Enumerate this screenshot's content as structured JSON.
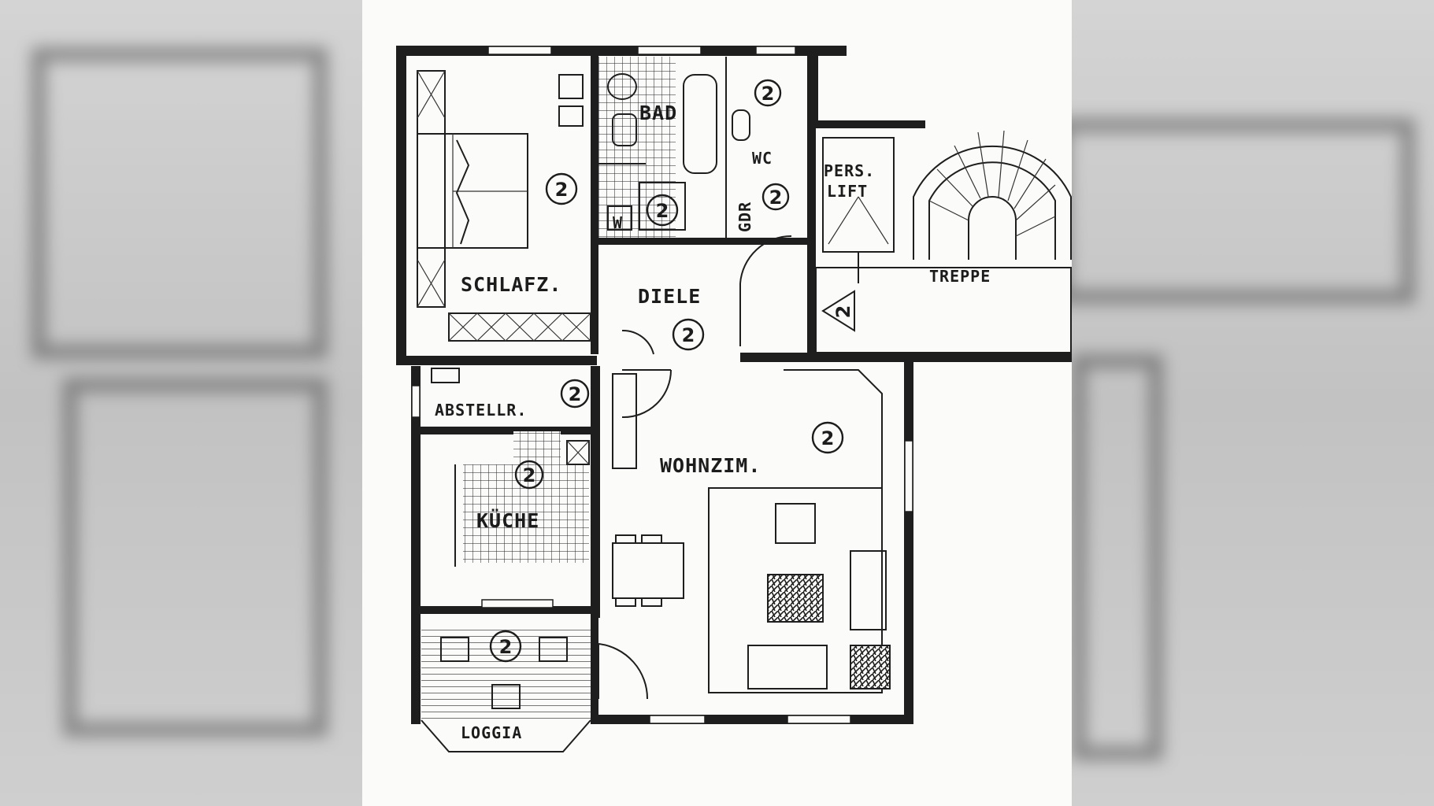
{
  "rooms": {
    "schlafzimmer": "SCHLAFZ.",
    "bad": "BAD",
    "wc": "WC",
    "garderobe": "GDR",
    "lift": [
      "PERS.",
      "LIFT"
    ],
    "treppe": "TREPPE",
    "diele": "DIELE",
    "abstellraum": "ABSTELLR.",
    "kueche": "KÜCHE",
    "wohnzimmer": "WOHNZIM.",
    "loggia": "LOGGIA",
    "waschmaschine": "W"
  },
  "floor_marker": "2"
}
